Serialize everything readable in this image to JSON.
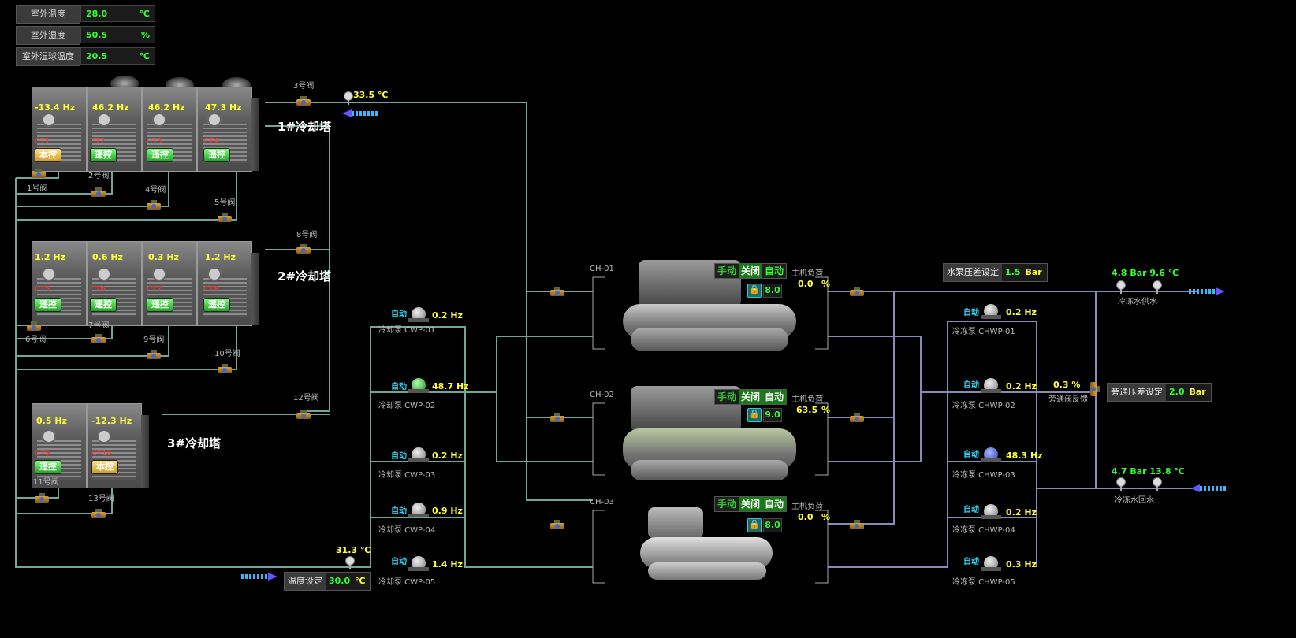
{
  "outdoor": [
    {
      "label": "室外温度",
      "value": "28.0",
      "unit": "℃"
    },
    {
      "label": "室外湿度",
      "value": "50.5",
      "unit": "%"
    },
    {
      "label": "室外湿球温度",
      "value": "20.5",
      "unit": "℃"
    }
  ],
  "towers": {
    "group1": {
      "name": "1#冷却塔",
      "units": [
        {
          "hz": "-13.4 Hz",
          "id": "CT1",
          "mode": "本控"
        },
        {
          "hz": "46.2  Hz",
          "id": "CT2",
          "mode": "遥控"
        },
        {
          "hz": "46.2  Hz",
          "id": "CT3",
          "mode": "遥控"
        },
        {
          "hz": "47.3  Hz",
          "id": "CT4",
          "mode": "遥控"
        }
      ]
    },
    "group2": {
      "name": "2#冷却塔",
      "units": [
        {
          "hz": "1.2   Hz",
          "id": "CT5",
          "mode": "遥控"
        },
        {
          "hz": "0.6   Hz",
          "id": "CT6",
          "mode": "遥控"
        },
        {
          "hz": "0.3   Hz",
          "id": "CT7",
          "mode": "遥控"
        },
        {
          "hz": "1.2   Hz",
          "id": "CT8",
          "mode": "遥控"
        }
      ]
    },
    "group3": {
      "name": "3#冷却塔",
      "units": [
        {
          "hz": "0.5   Hz",
          "id": "CT9",
          "mode": "遥控"
        },
        {
          "hz": "-12.3 Hz",
          "id": "CT10",
          "mode": "本控"
        }
      ]
    }
  },
  "valves": {
    "v1": "1号阀",
    "v2": "2号阀",
    "v3": "3号阀",
    "v4": "4号阀",
    "v5": "5号阀",
    "v6": "6号阀",
    "v7": "7号阀",
    "v8": "8号阀",
    "v9": "9号阀",
    "v10": "10号阀",
    "v11": "11号阀",
    "v12": "12号阀",
    "v13": "13号阀"
  },
  "cooling_supply_temp": "33.5  ℃",
  "cooling_return_temp": "31.3 ℃",
  "temp_setting": {
    "label": "温度设定",
    "value": "30.0",
    "unit": "℃"
  },
  "cooling_pumps": [
    {
      "name": "冷却泵  CWP-01",
      "mode": "自动",
      "hz": "0.2   Hz"
    },
    {
      "name": "冷却泵  CWP-02",
      "mode": "自动",
      "hz": "48.7 Hz"
    },
    {
      "name": "冷却泵  CWP-03",
      "mode": "自动",
      "hz": "0.2   Hz"
    },
    {
      "name": "冷却泵  CWP-04",
      "mode": "自动",
      "hz": "0.9   Hz"
    },
    {
      "name": "冷却泵  CWP-05",
      "mode": "自动",
      "hz": "1.4   Hz"
    }
  ],
  "chillers": [
    {
      "id": "CH-01",
      "manual": "手动",
      "off": "关闭",
      "auto": "自动",
      "setpoint": "8.0",
      "load_label": "主机负荷",
      "load": "0.0",
      "unit": "%"
    },
    {
      "id": "CH-02",
      "manual": "手动",
      "off": "关闭",
      "auto": "自动",
      "setpoint": "9.0",
      "load_label": "主机负荷",
      "load": "63.5",
      "unit": "%"
    },
    {
      "id": "CH-03",
      "manual": "手动",
      "off": "关闭",
      "auto": "自动",
      "setpoint": "8.0",
      "load_label": "主机负荷",
      "load": "0.0",
      "unit": "%"
    }
  ],
  "chilled_pumps": [
    {
      "name": "冷冻泵  CHWP-01",
      "mode": "自动",
      "hz": "0.2   Hz"
    },
    {
      "name": "冷冻泵  CHWP-02",
      "mode": "自动",
      "hz": "0.2   Hz"
    },
    {
      "name": "冷冻泵  CHWP-03",
      "mode": "自动",
      "hz": "48.3 Hz"
    },
    {
      "name": "冷冻泵  CHWP-04",
      "mode": "自动",
      "hz": "0.2   Hz"
    },
    {
      "name": "冷冻泵  CHWP-05",
      "mode": "自动",
      "hz": "0.3   Hz"
    }
  ],
  "pump_dp_setting": {
    "label": "水泵压差设定",
    "value": "1.5",
    "unit": "Bar"
  },
  "bypass_dp_setting": {
    "label": "旁通压差设定",
    "value": "2.0",
    "unit": "Bar"
  },
  "bypass_feedback": {
    "value": "0.3    %",
    "label": "旁通阀反馈"
  },
  "chilled_supply": {
    "reading": "4.8   Bar  9.6   ℃",
    "label": "冷冻水供水"
  },
  "chilled_return": {
    "reading": "4.7   Bar  13.8 ℃",
    "label": "冷冻水回水"
  },
  "colors": {
    "cooling_pipe": "#6fa89a",
    "chilled_pipe": "#8a8ab8",
    "status_green": "#33ff33",
    "status_yellow": "#ffff33",
    "alarm_red": "#ff3333"
  }
}
